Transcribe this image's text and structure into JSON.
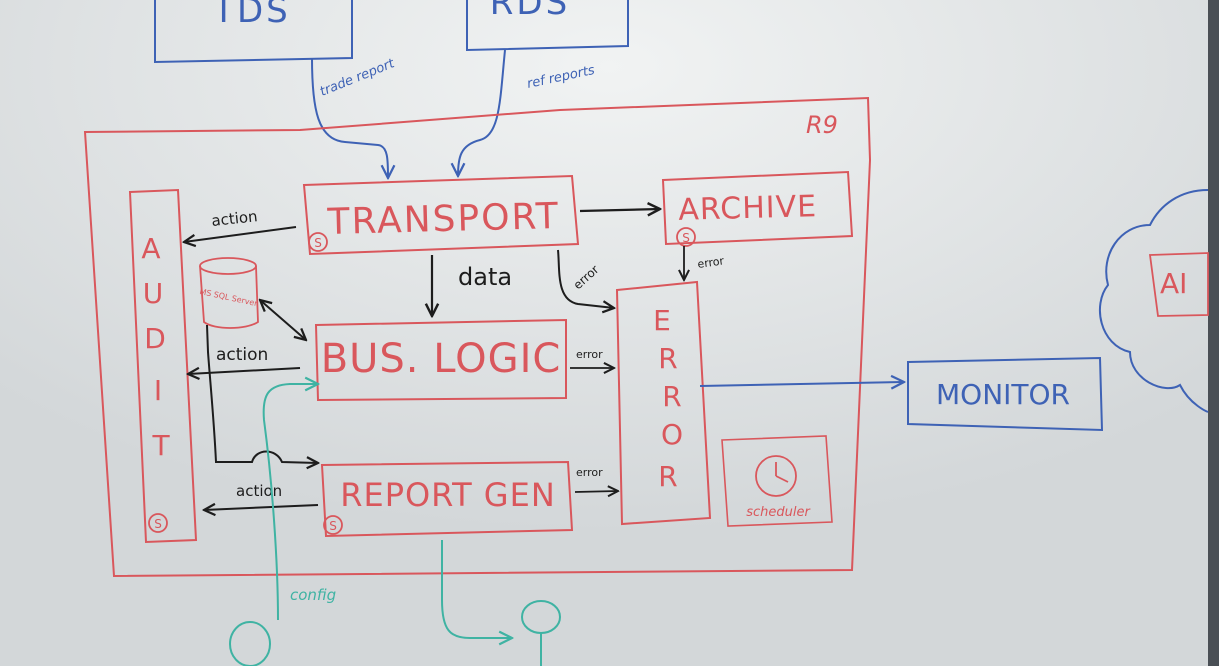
{
  "diagram": {
    "colors": {
      "red": "#d9575c",
      "blue": "#3e62b5",
      "black": "#1d1d1d",
      "teal": "#3fb3a3",
      "board": "#dfe2e3"
    },
    "boxes": {
      "tds": "TDS",
      "rds": "RDS",
      "transport": "TRANSPORT",
      "archive": "ARCHIVE",
      "bus_logic": "BUS. LOGIC",
      "report_gen": "REPORT GEN",
      "monitor": "MONITOR",
      "audit": [
        "A",
        "U",
        "D",
        "I",
        "T"
      ],
      "error": [
        "E",
        "R",
        "R",
        "O",
        "R"
      ],
      "scheduler": "scheduler",
      "db": "MS SQL Server",
      "cloud_partial": "AI"
    },
    "labels": {
      "trade_report": "trade report",
      "ref_report": "ref reports",
      "action_top": "action",
      "action_mid": "action",
      "action_bottom": "action",
      "data": "data",
      "error_transport": "error",
      "error_archive": "error",
      "error_bus": "error",
      "error_report": "error",
      "config": "config",
      "service_mark": "S",
      "corner_mark": "R9"
    }
  }
}
